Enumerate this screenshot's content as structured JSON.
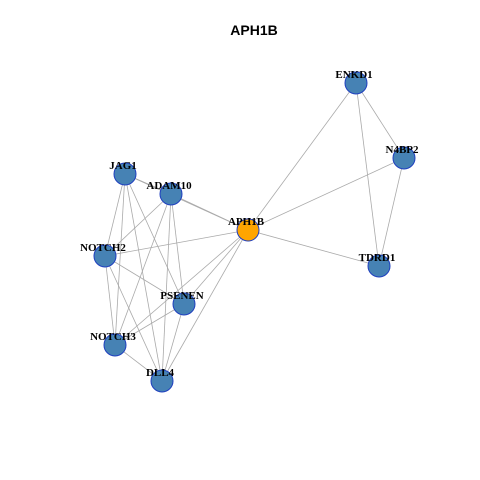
{
  "title": "APH1B",
  "colors": {
    "focus_node": "#FFA500",
    "node": "#4682B4",
    "node_border": "#1F3FBF",
    "edge": "#AAAAAA"
  },
  "nodes": [
    {
      "id": "APH1B",
      "label": "APH1B",
      "focus": true
    },
    {
      "id": "ENKD1",
      "label": "ENKD1",
      "focus": false
    },
    {
      "id": "N4BP2",
      "label": "N4BP2",
      "focus": false
    },
    {
      "id": "TDRD1",
      "label": "TDRD1",
      "focus": false
    },
    {
      "id": "JAG1",
      "label": "JAG1",
      "focus": false
    },
    {
      "id": "ADAM10",
      "label": "ADAM10",
      "focus": false
    },
    {
      "id": "NOTCH2",
      "label": "NOTCH2",
      "focus": false
    },
    {
      "id": "PSENEN",
      "label": "PSENEN",
      "focus": false
    },
    {
      "id": "NOTCH3",
      "label": "NOTCH3",
      "focus": false
    },
    {
      "id": "DLL4",
      "label": "DLL4",
      "focus": false
    }
  ],
  "edges": [
    [
      "APH1B",
      "ENKD1"
    ],
    [
      "APH1B",
      "N4BP2"
    ],
    [
      "APH1B",
      "TDRD1"
    ],
    [
      "APH1B",
      "JAG1"
    ],
    [
      "APH1B",
      "ADAM10"
    ],
    [
      "APH1B",
      "NOTCH2"
    ],
    [
      "APH1B",
      "PSENEN"
    ],
    [
      "APH1B",
      "NOTCH3"
    ],
    [
      "APH1B",
      "DLL4"
    ],
    [
      "ENKD1",
      "N4BP2"
    ],
    [
      "ENKD1",
      "TDRD1"
    ],
    [
      "N4BP2",
      "TDRD1"
    ],
    [
      "JAG1",
      "ADAM10"
    ],
    [
      "JAG1",
      "NOTCH2"
    ],
    [
      "JAG1",
      "PSENEN"
    ],
    [
      "JAG1",
      "NOTCH3"
    ],
    [
      "JAG1",
      "DLL4"
    ],
    [
      "ADAM10",
      "NOTCH2"
    ],
    [
      "ADAM10",
      "PSENEN"
    ],
    [
      "ADAM10",
      "NOTCH3"
    ],
    [
      "ADAM10",
      "DLL4"
    ],
    [
      "NOTCH2",
      "PSENEN"
    ],
    [
      "NOTCH2",
      "NOTCH3"
    ],
    [
      "NOTCH2",
      "DLL4"
    ],
    [
      "PSENEN",
      "NOTCH3"
    ],
    [
      "PSENEN",
      "DLL4"
    ],
    [
      "NOTCH3",
      "DLL4"
    ]
  ]
}
